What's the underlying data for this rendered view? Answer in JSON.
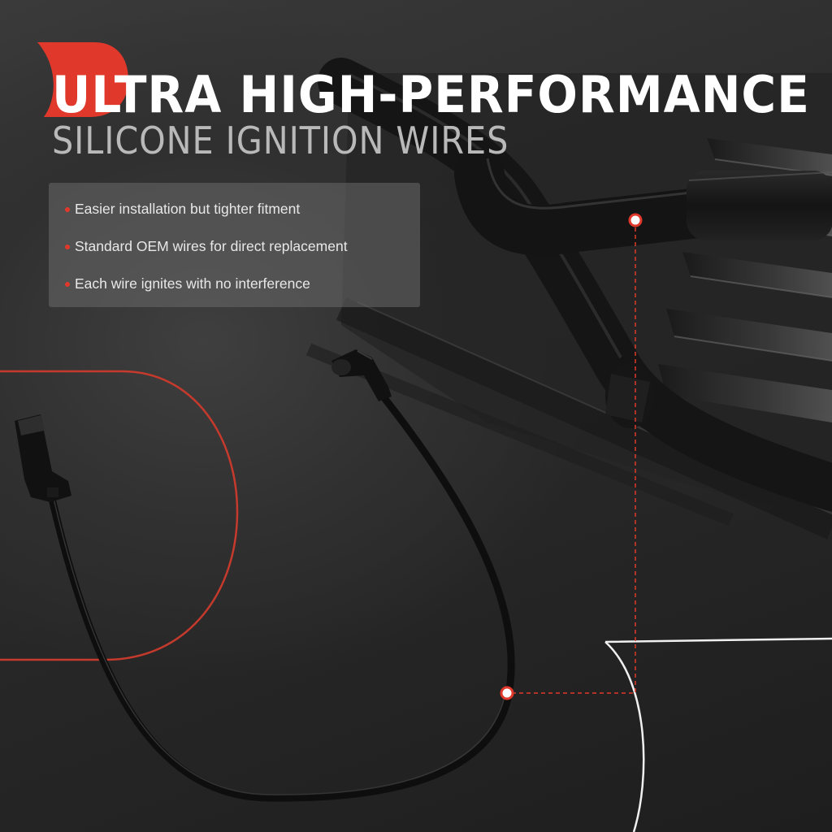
{
  "banner": {
    "title": "ULTRA HIGH-PERFORMANCE",
    "subtitle": "SILICONE IGNITION WIRES",
    "accent_color": "#e0392b"
  },
  "features": {
    "items": [
      {
        "label": "Easier installation but tighter fitment"
      },
      {
        "label": "Standard OEM wires for direct replacement"
      },
      {
        "label": "Each wire ignites with no interference"
      }
    ]
  },
  "product": {
    "name": "ignition-wire",
    "icon": "ignition-wire-photo"
  }
}
